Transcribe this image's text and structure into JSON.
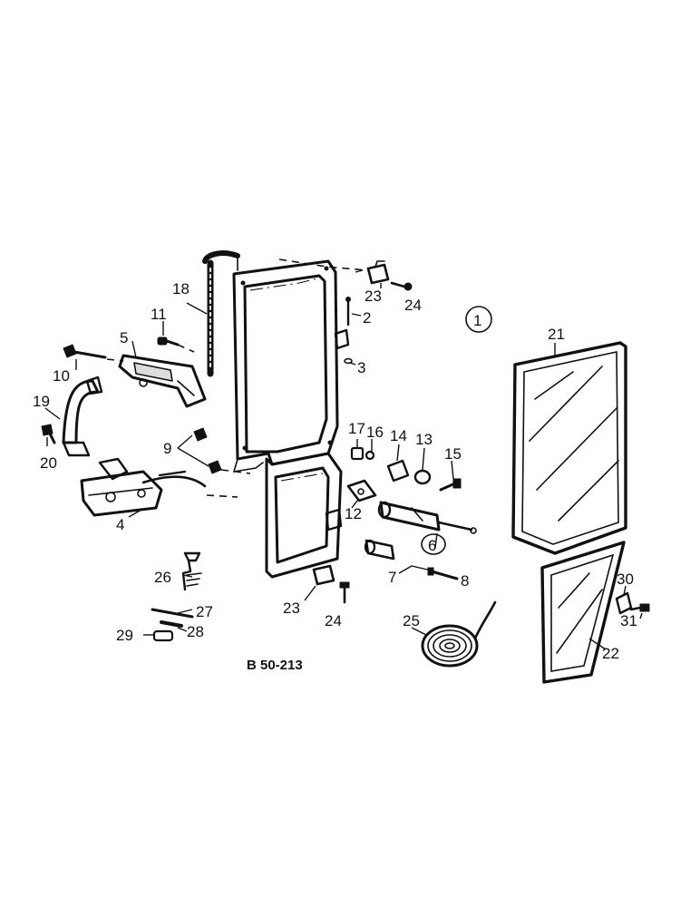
{
  "figure": {
    "code": "B 50-213",
    "assembly_ref": "1"
  },
  "callouts": [
    {
      "id": "c1",
      "text": "1"
    },
    {
      "id": "c2",
      "text": "2"
    },
    {
      "id": "c3",
      "text": "3"
    },
    {
      "id": "c4",
      "text": "4"
    },
    {
      "id": "c5",
      "text": "5"
    },
    {
      "id": "c6",
      "text": "6"
    },
    {
      "id": "c7",
      "text": "7"
    },
    {
      "id": "c8",
      "text": "8"
    },
    {
      "id": "c9",
      "text": "9"
    },
    {
      "id": "c10",
      "text": "10"
    },
    {
      "id": "c11",
      "text": "11"
    },
    {
      "id": "c12",
      "text": "12"
    },
    {
      "id": "c13",
      "text": "13"
    },
    {
      "id": "c14",
      "text": "14"
    },
    {
      "id": "c15",
      "text": "15"
    },
    {
      "id": "c16",
      "text": "16"
    },
    {
      "id": "c17",
      "text": "17"
    },
    {
      "id": "c18",
      "text": "18"
    },
    {
      "id": "c19",
      "text": "19"
    },
    {
      "id": "c20",
      "text": "20"
    },
    {
      "id": "c21",
      "text": "21"
    },
    {
      "id": "c22",
      "text": "22"
    },
    {
      "id": "c23a",
      "text": "23"
    },
    {
      "id": "c23b",
      "text": "23"
    },
    {
      "id": "c24a",
      "text": "24"
    },
    {
      "id": "c24b",
      "text": "24"
    },
    {
      "id": "c25",
      "text": "25"
    },
    {
      "id": "c26",
      "text": "26"
    },
    {
      "id": "c27",
      "text": "27"
    },
    {
      "id": "c28",
      "text": "28"
    },
    {
      "id": "c29",
      "text": "29"
    },
    {
      "id": "c30",
      "text": "30"
    },
    {
      "id": "c31",
      "text": "31"
    }
  ]
}
